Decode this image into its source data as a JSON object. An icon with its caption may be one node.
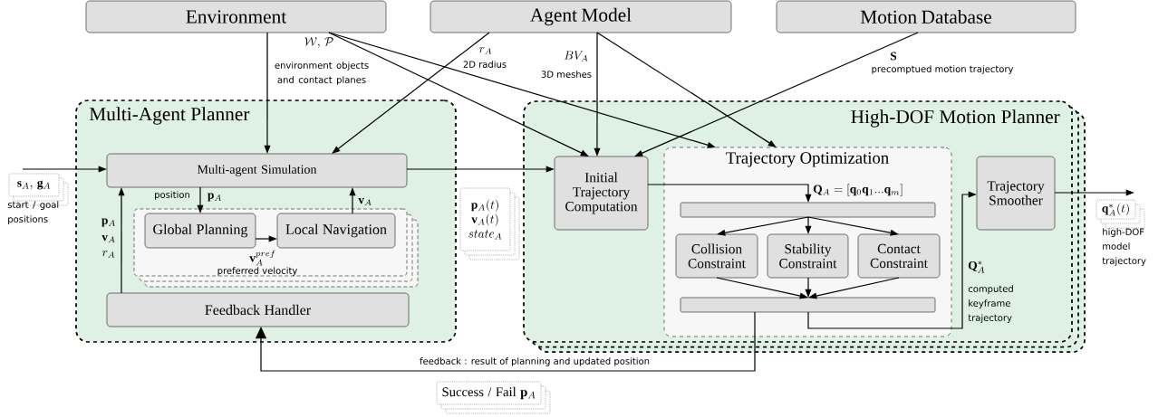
{
  "diagram": {
    "nodes": [
      {
        "text": [
          "Environment"
        ]
      },
      {
        "text": [
          "Agent Model"
        ]
      },
      {
        "text": [
          "Motion Database"
        ]
      },
      {
        "text": [
          "Multi-Agent Planner"
        ]
      },
      {
        "text": [
          "Multi-agent Simulation"
        ],
        "in": 3
      },
      {
        "text": [],
        "shape": "box",
        "in": 3
      },
      {
        "text": [
          "Global Planning"
        ],
        "in": 5
      },
      {
        "text": [
          "Local Navigation"
        ],
        "in": 5
      },
      {
        "text": [
          "Feedback Handler"
        ],
        "in": 3
      },
      {
        "text": [
          "High-DOF Motion Planner"
        ]
      },
      {
        "text": [
          "Initial Trajectory Computation"
        ],
        "in": 9
      },
      {
        "text": [
          "Trajectory Optimization"
        ],
        "in": 9
      },
      {
        "text": [],
        "shape": "bar",
        "in": 11
      },
      {
        "text": [
          "Collision Constraint"
        ],
        "in": 11
      },
      {
        "text": [
          "Stability Constraint"
        ],
        "in": 11
      },
      {
        "text": [
          "Contact Constraint"
        ],
        "in": 11
      },
      {
        "text": [],
        "shape": "bar",
        "in": 11
      },
      {
        "text": [
          "Trajectory Smoother"
        ],
        "in": 9
      },
      {
        "text": [
          "\\mathbf{s}_A,\\,\\mathbf{g}_A"
        ],
        "beside": [
          "start / goal positions"
        ]
      },
      {
        "text": [
          "\\mathbf{p}_A(t)",
          "\\mathbf{v}_A(t)",
          "state_A"
        ]
      },
      {
        "text": [
          "\\mathbf{q}_A^*(t)"
        ],
        "beside": [
          "high-DOF model trajectory"
        ]
      },
      {
        "text": [
          "Success / Fail",
          "\\mathbf{p}_A"
        ]
      }
    ],
    "edges": [
      {
        "from": 0,
        "to": 4,
        "arrow": "to"
      },
      {
        "from": 0,
        "to": 10,
        "arrow": "to"
      },
      {
        "from": 0,
        "to": 11,
        "arrow": "to"
      },
      {
        "from": 1,
        "to": 4,
        "arrow": "to"
      },
      {
        "from": 1,
        "to": 10,
        "arrow": "to"
      },
      {
        "from": 1,
        "to": 11,
        "arrow": "to"
      },
      {
        "from": 2,
        "to": 10,
        "arrow": "to"
      },
      {
        "from": 18,
        "to": 4,
        "arrow": "to"
      },
      {
        "from": 4,
        "to": 6,
        "arrow": "to"
      },
      {
        "from": 7,
        "to": 4,
        "arrow": "to"
      },
      {
        "from": 6,
        "to": 7,
        "arrow": "to"
      },
      {
        "from": 8,
        "to": 4,
        "arrow": "to"
      },
      {
        "from": 4,
        "to": 10,
        "arrow": "to"
      },
      {
        "from": 10,
        "to": 12,
        "arrow": "to"
      },
      {
        "from": 12,
        "to": 13,
        "arrow": "to"
      },
      {
        "from": 12,
        "to": 14,
        "arrow": "to"
      },
      {
        "from": 12,
        "to": 15,
        "arrow": "to"
      },
      {
        "from": 13,
        "to": 16,
        "arrow": "to"
      },
      {
        "from": 14,
        "to": 16,
        "arrow": "to"
      },
      {
        "from": 15,
        "to": 16,
        "arrow": "to"
      },
      {
        "from": 16,
        "to": 17,
        "arrow": "to"
      },
      {
        "from": 17,
        "to": 20,
        "arrow": "to"
      },
      {
        "from": 16,
        "to": 8,
        "label": "feedback : result of planning and updated position",
        "arrow": "to"
      }
    ],
    "labels": [
      "\\mathcal{W},\\,\\mathcal{P}",
      "environment objects and contact planes",
      "r_A",
      "2D radius",
      "BV_A",
      "3D meshes",
      "\\mathbf{S}",
      "precomptued motion trajectory",
      "position",
      "\\mathbf{p}_A",
      "\\mathbf{v}_A",
      "\\mathbf{v}_A^{pref}",
      "preferred velocity",
      "\\mathbf{p}_A",
      "\\mathbf{v}_A",
      "r_A",
      "\\mathbf{Q}_A = [\\mathbf{q}_0\\mathbf{q}_1...\\mathbf{q}_m]",
      "\\mathbf{Q}_A^*",
      "computed keyframe trajectory"
    ]
  }
}
